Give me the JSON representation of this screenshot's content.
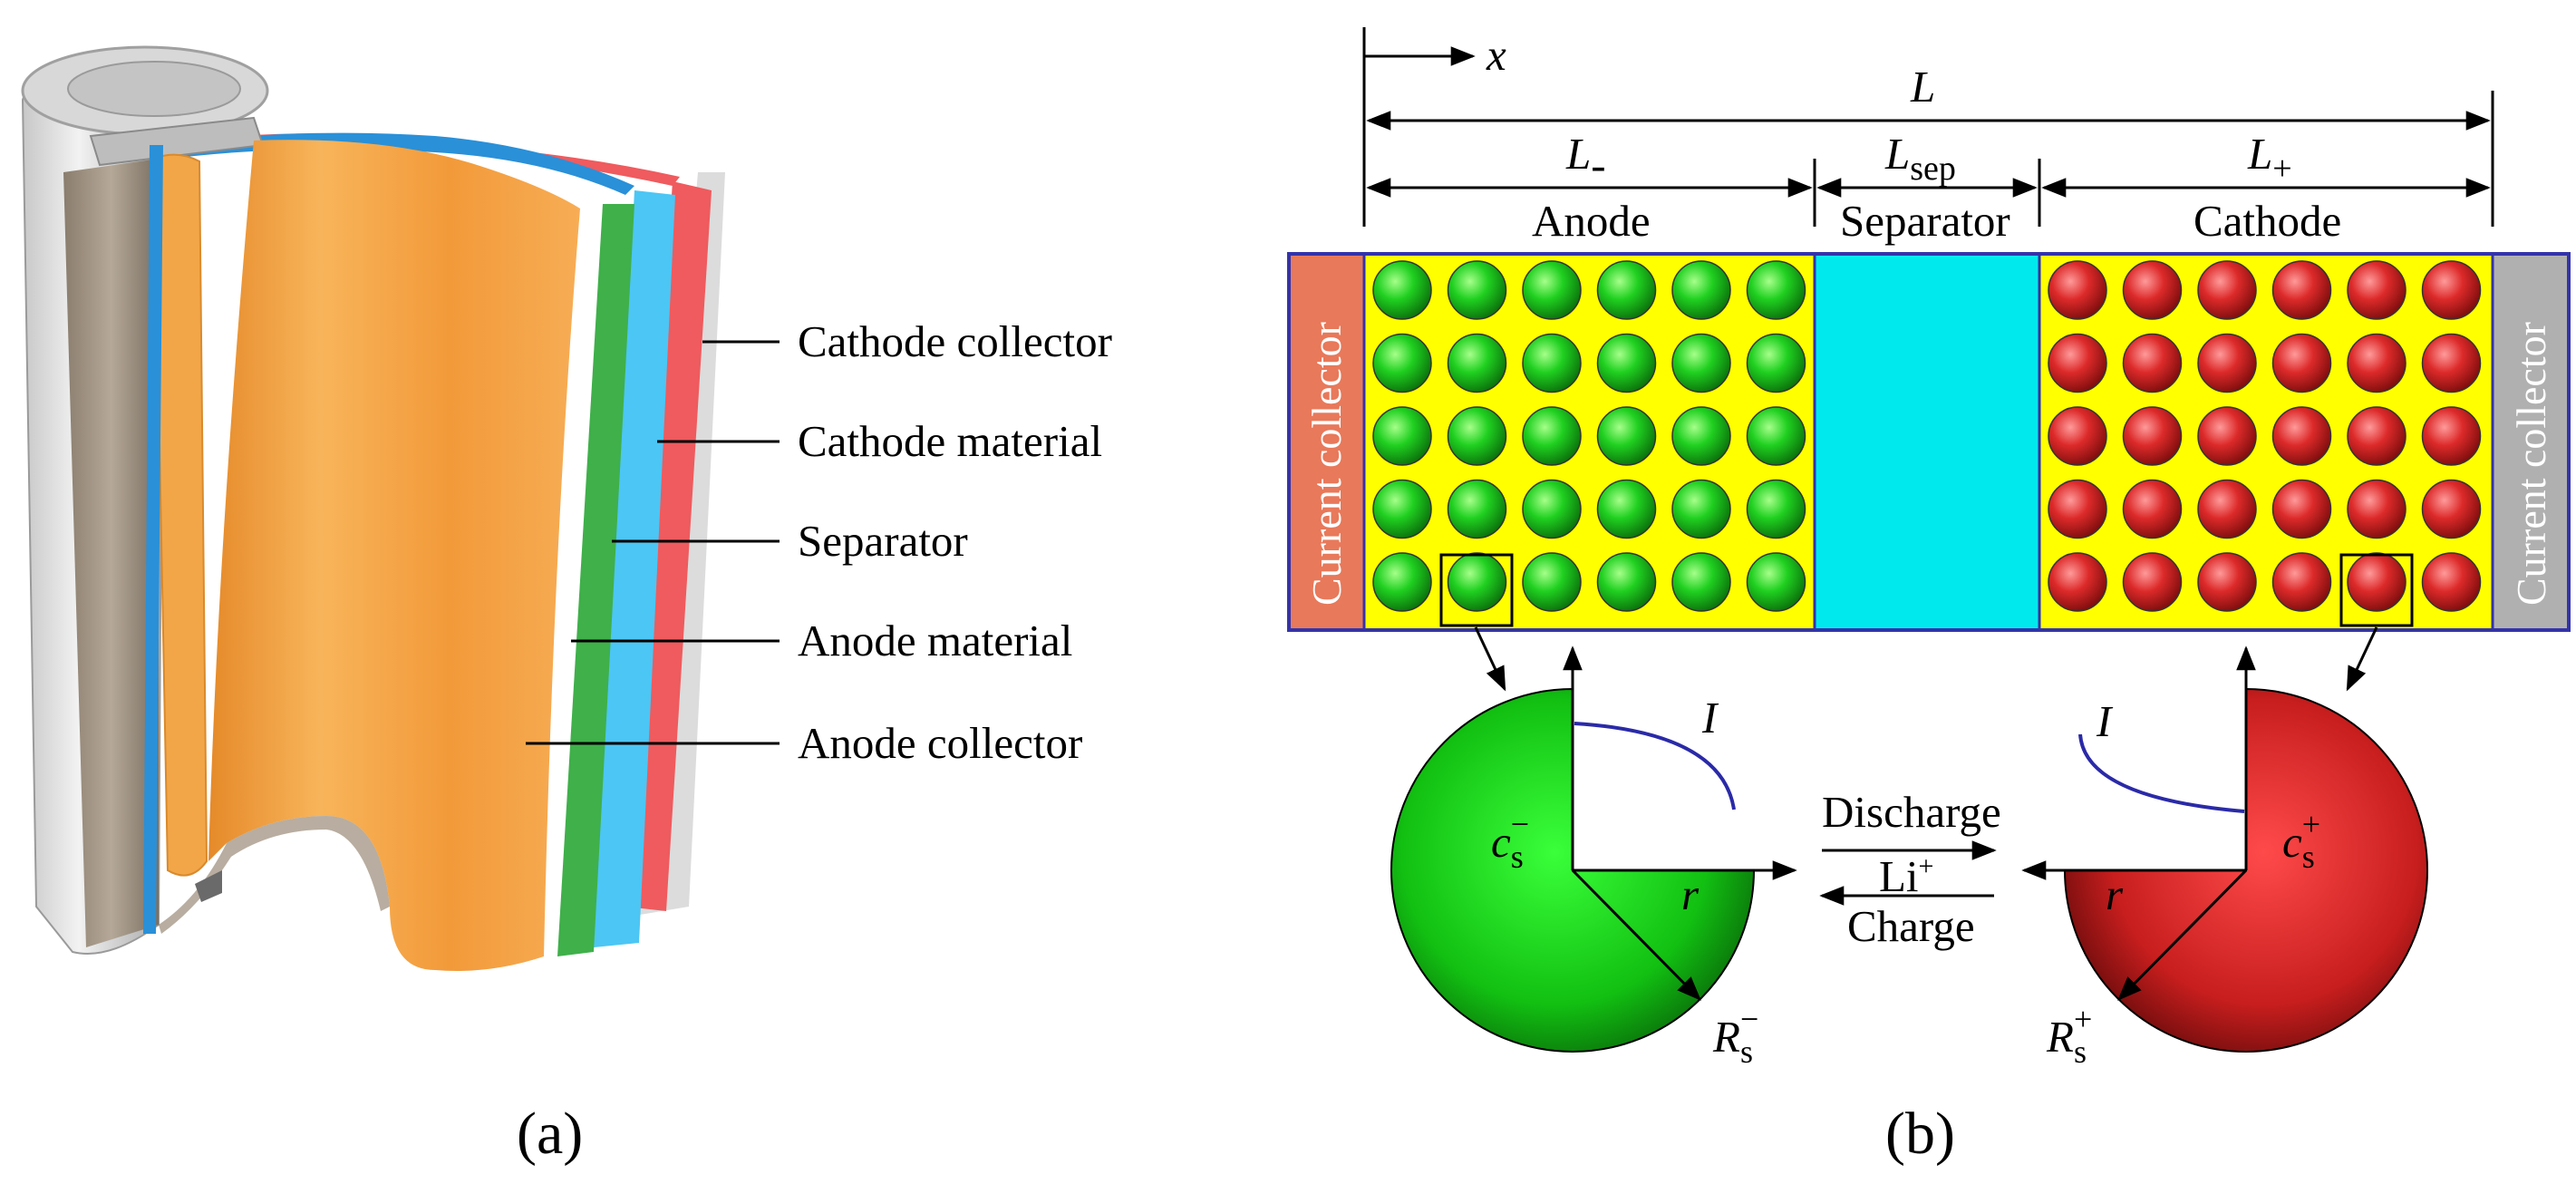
{
  "panel_a": {
    "label": "(a)",
    "layer_labels": [
      "Cathode collector",
      "Cathode material",
      "Separator",
      "Anode material",
      "Anode collector"
    ]
  },
  "panel_b": {
    "label": "(b)",
    "x_axis": "x",
    "total_length": "L",
    "length_neg": "L",
    "length_neg_sub": "-",
    "length_sep": "L",
    "length_sep_sub": "sep",
    "length_pos": "L",
    "length_pos_sub": "+",
    "region_anode": "Anode",
    "region_separator": "Separator",
    "region_cathode": "Cathode",
    "collector_left": "Current collector",
    "collector_right": "Current collector",
    "anode_current": "I",
    "cathode_current": "I",
    "anode_conc": "c",
    "anode_conc_sub": "s",
    "anode_conc_sup": "−",
    "cathode_conc": "c",
    "cathode_conc_sub": "s",
    "cathode_conc_sup": "+",
    "anode_r": "r",
    "cathode_r": "r",
    "anode_radius": "R",
    "anode_radius_sub": "s",
    "anode_radius_sup": "−",
    "cathode_radius": "R",
    "cathode_radius_sub": "s",
    "cathode_radius_sup": "+",
    "discharge": "Discharge",
    "li_ion": "Li",
    "li_ion_sup": "+",
    "charge": "Charge",
    "particle_rows": 5,
    "particle_cols": 6
  },
  "colors": {
    "anode_particle": "#1fbf1f",
    "cathode_particle": "#d9282f",
    "electrolyte": "#ffff00",
    "separator": "#00eaee",
    "left_collector": "#e8795a",
    "right_collector": "#b0b0b0",
    "frame": "#3333aa",
    "current_curve": "#2a2aa8",
    "layer_orange": "#f4a443",
    "layer_green": "#3fb04a",
    "layer_blue": "#4cc6f4",
    "layer_red": "#ef5b5e"
  }
}
